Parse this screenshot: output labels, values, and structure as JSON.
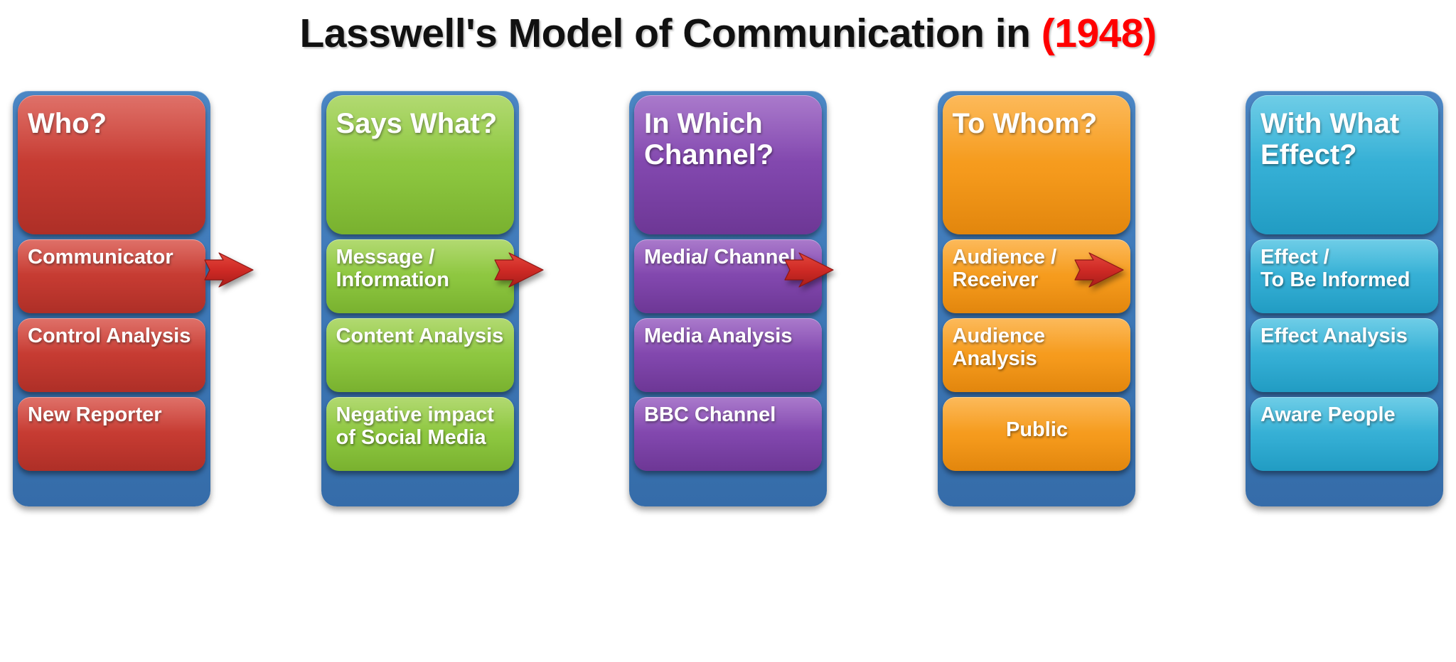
{
  "title": {
    "main": "Lasswell's Model of Communication in ",
    "year": "(1948)",
    "title_color": "#111111",
    "year_color": "#ff0000"
  },
  "columns": [
    {
      "id": "who",
      "accent": "#c43a31",
      "panel_color": "#3f7ab9",
      "heading": "Who?",
      "items": [
        {
          "label": "Communicator",
          "align": "left"
        },
        {
          "label": "Control Analysis",
          "align": "left"
        },
        {
          "label": "New Reporter",
          "align": "left"
        }
      ]
    },
    {
      "id": "says-what",
      "accent": "#8cc63f",
      "panel_color": "#3f7ab9",
      "heading": "Says What?",
      "items": [
        {
          "label": "Message /\nInformation",
          "align": "left"
        },
        {
          "label": "Content Analysis",
          "align": "left"
        },
        {
          "label": "Negative impact\nof Social Media",
          "align": "left"
        }
      ]
    },
    {
      "id": "in-which-channel",
      "accent": "#8046ac",
      "panel_color": "#3f7ab9",
      "heading": "In Which\nChannel?",
      "items": [
        {
          "label": "Media/ Channel",
          "align": "left"
        },
        {
          "label": "Media Analysis",
          "align": "left"
        },
        {
          "label": "BBC Channel",
          "align": "left"
        }
      ]
    },
    {
      "id": "to-whom",
      "accent": "#f59a1c",
      "panel_color": "#3f7ab9",
      "heading": "To Whom?",
      "items": [
        {
          "label": "Audience /\nReceiver",
          "align": "left"
        },
        {
          "label": "Audience Analysis",
          "align": "left"
        },
        {
          "label": "Public",
          "align": "center"
        }
      ]
    },
    {
      "id": "with-what-effect",
      "accent": "#34aed4",
      "panel_color": "#3f7ab9",
      "heading": "With What\nEffect?",
      "items": [
        {
          "label": "Effect /\nTo Be Informed",
          "align": "left"
        },
        {
          "label": "Effect Analysis",
          "align": "left"
        },
        {
          "label": "Aware People",
          "align": "left"
        }
      ]
    }
  ],
  "arrows": [
    {
      "name": "arrow-who-to-says-what",
      "color": "#cf2a25"
    },
    {
      "name": "arrow-says-what-to-channel",
      "color": "#cf2a25"
    },
    {
      "name": "arrow-channel-to-whom",
      "color": "#cf2a25"
    },
    {
      "name": "arrow-whom-to-effect",
      "color": "#cf2a25"
    }
  ]
}
